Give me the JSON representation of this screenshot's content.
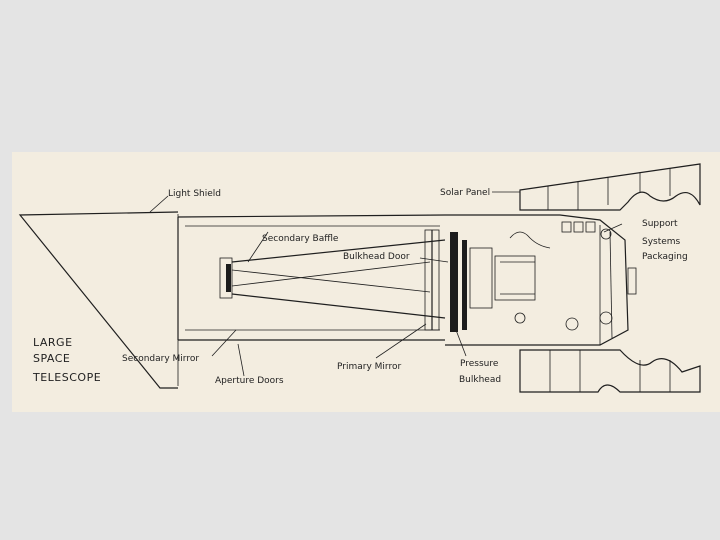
{
  "diagram": {
    "labels": {
      "light_shield": "Light Shield",
      "solar_panel": "Solar Panel",
      "secondary_baffle": "Secondary Baffle",
      "support_systems_line1": "Support",
      "support_systems_line2": "Systems",
      "support_systems_line3": "Packaging",
      "bulkhead_door": "Bulkhead Door",
      "secondary_mirror": "Secondary Mirror",
      "primary_mirror": "Primary Mirror",
      "pressure_line1": "Pressure",
      "pressure_line2": "Bulkhead",
      "aperture_doors": "Aperture Doors"
    },
    "title": {
      "line1": "LARGE",
      "line2": "SPACE",
      "line3": "TELESCOPE"
    }
  },
  "colors": {
    "page_background": "#e4e4e4",
    "paper": "#f3ede0",
    "ink": "#1f1f1f"
  }
}
